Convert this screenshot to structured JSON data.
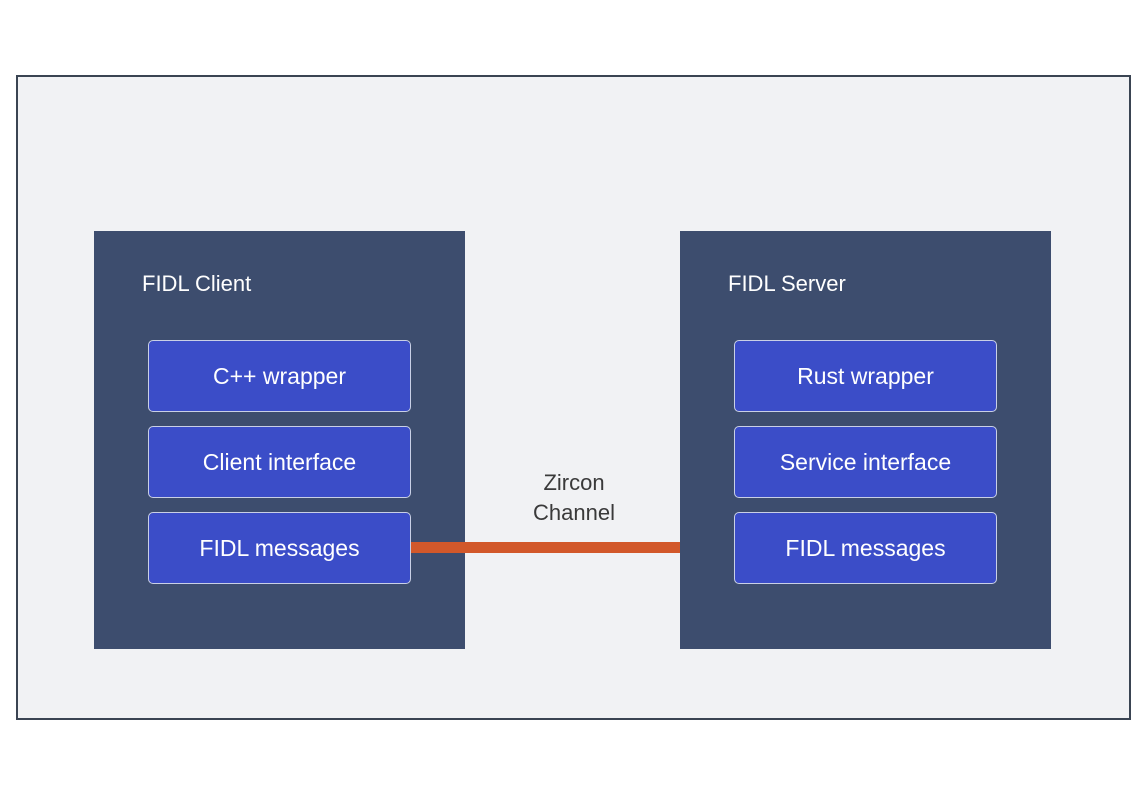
{
  "client": {
    "title": "FIDL Client",
    "blocks": [
      "C++ wrapper",
      "Client interface",
      "FIDL messages"
    ]
  },
  "server": {
    "title": "FIDL Server",
    "blocks": [
      "Rust wrapper",
      "Service interface",
      "FIDL messages"
    ]
  },
  "channel": {
    "label_line1": "Zircon",
    "label_line2": "Channel",
    "color": "#d2582a"
  },
  "colors": {
    "panel": "#3d4d6e",
    "block": "#3b4dc8",
    "frame_background": "#f1f2f4"
  }
}
